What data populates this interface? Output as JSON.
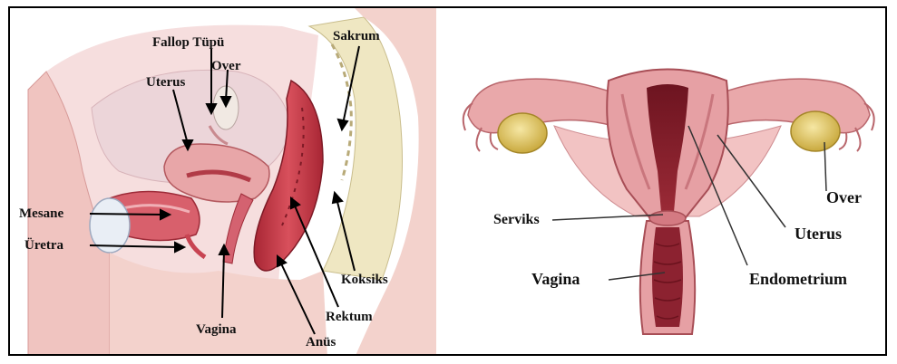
{
  "left_diagram": {
    "labels": {
      "fallop": "Fallop Tüpü",
      "over": "Over",
      "uterus": "Uterus",
      "sakrum": "Sakrum",
      "mesane": "Mesane",
      "uretra": "Üretra",
      "vagina": "Vagina",
      "koksiks": "Koksiks",
      "rektum": "Rektum",
      "anus": "Anüs"
    }
  },
  "right_diagram": {
    "labels": {
      "over": "Over",
      "uterus": "Uterus",
      "serviks": "Serviks",
      "vagina": "Vagina",
      "endometrium": "Endometrium"
    }
  },
  "colors": {
    "tissue_pink": "#e8a6a8",
    "muscle_red": "#c8404c",
    "dark_red": "#8e1f2c",
    "ovary_yellow": "#e6cf6a",
    "bone_cream": "#efe7c2",
    "skin": "#f3d2cc"
  }
}
